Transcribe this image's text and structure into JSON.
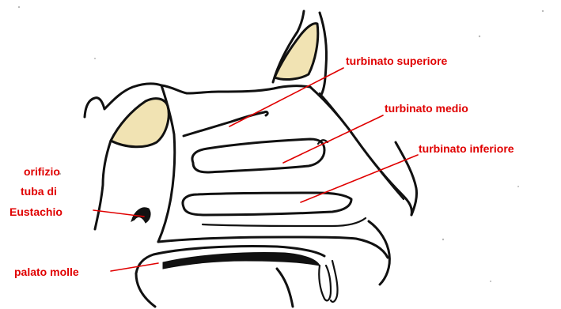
{
  "colors": {
    "outline": "#111111",
    "sinus_fill": "#f1e3b3",
    "label": "#e00000",
    "background": "#ffffff"
  },
  "labels": {
    "turbinato_superiore": "turbinato superiore",
    "turbinato_medio": "turbinato medio",
    "turbinato_inferiore": "turbinato inferiore",
    "orifizio_line1": "orifizio",
    "orifizio_line2": "tuba di",
    "orifizio_line3": "Eustachio",
    "palato_molle": "palato molle"
  }
}
